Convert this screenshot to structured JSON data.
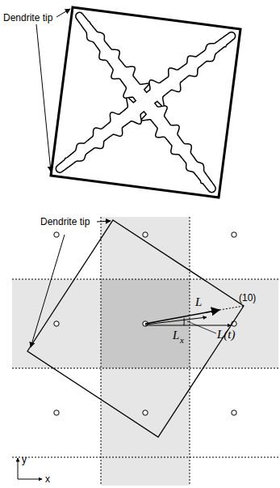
{
  "diagram": {
    "labels": [
      "Dendrite tip",
      "Dendrite tip",
      "L",
      "(10)",
      "L",
      "x",
      "L(t)",
      "y",
      "x"
    ]
  }
}
